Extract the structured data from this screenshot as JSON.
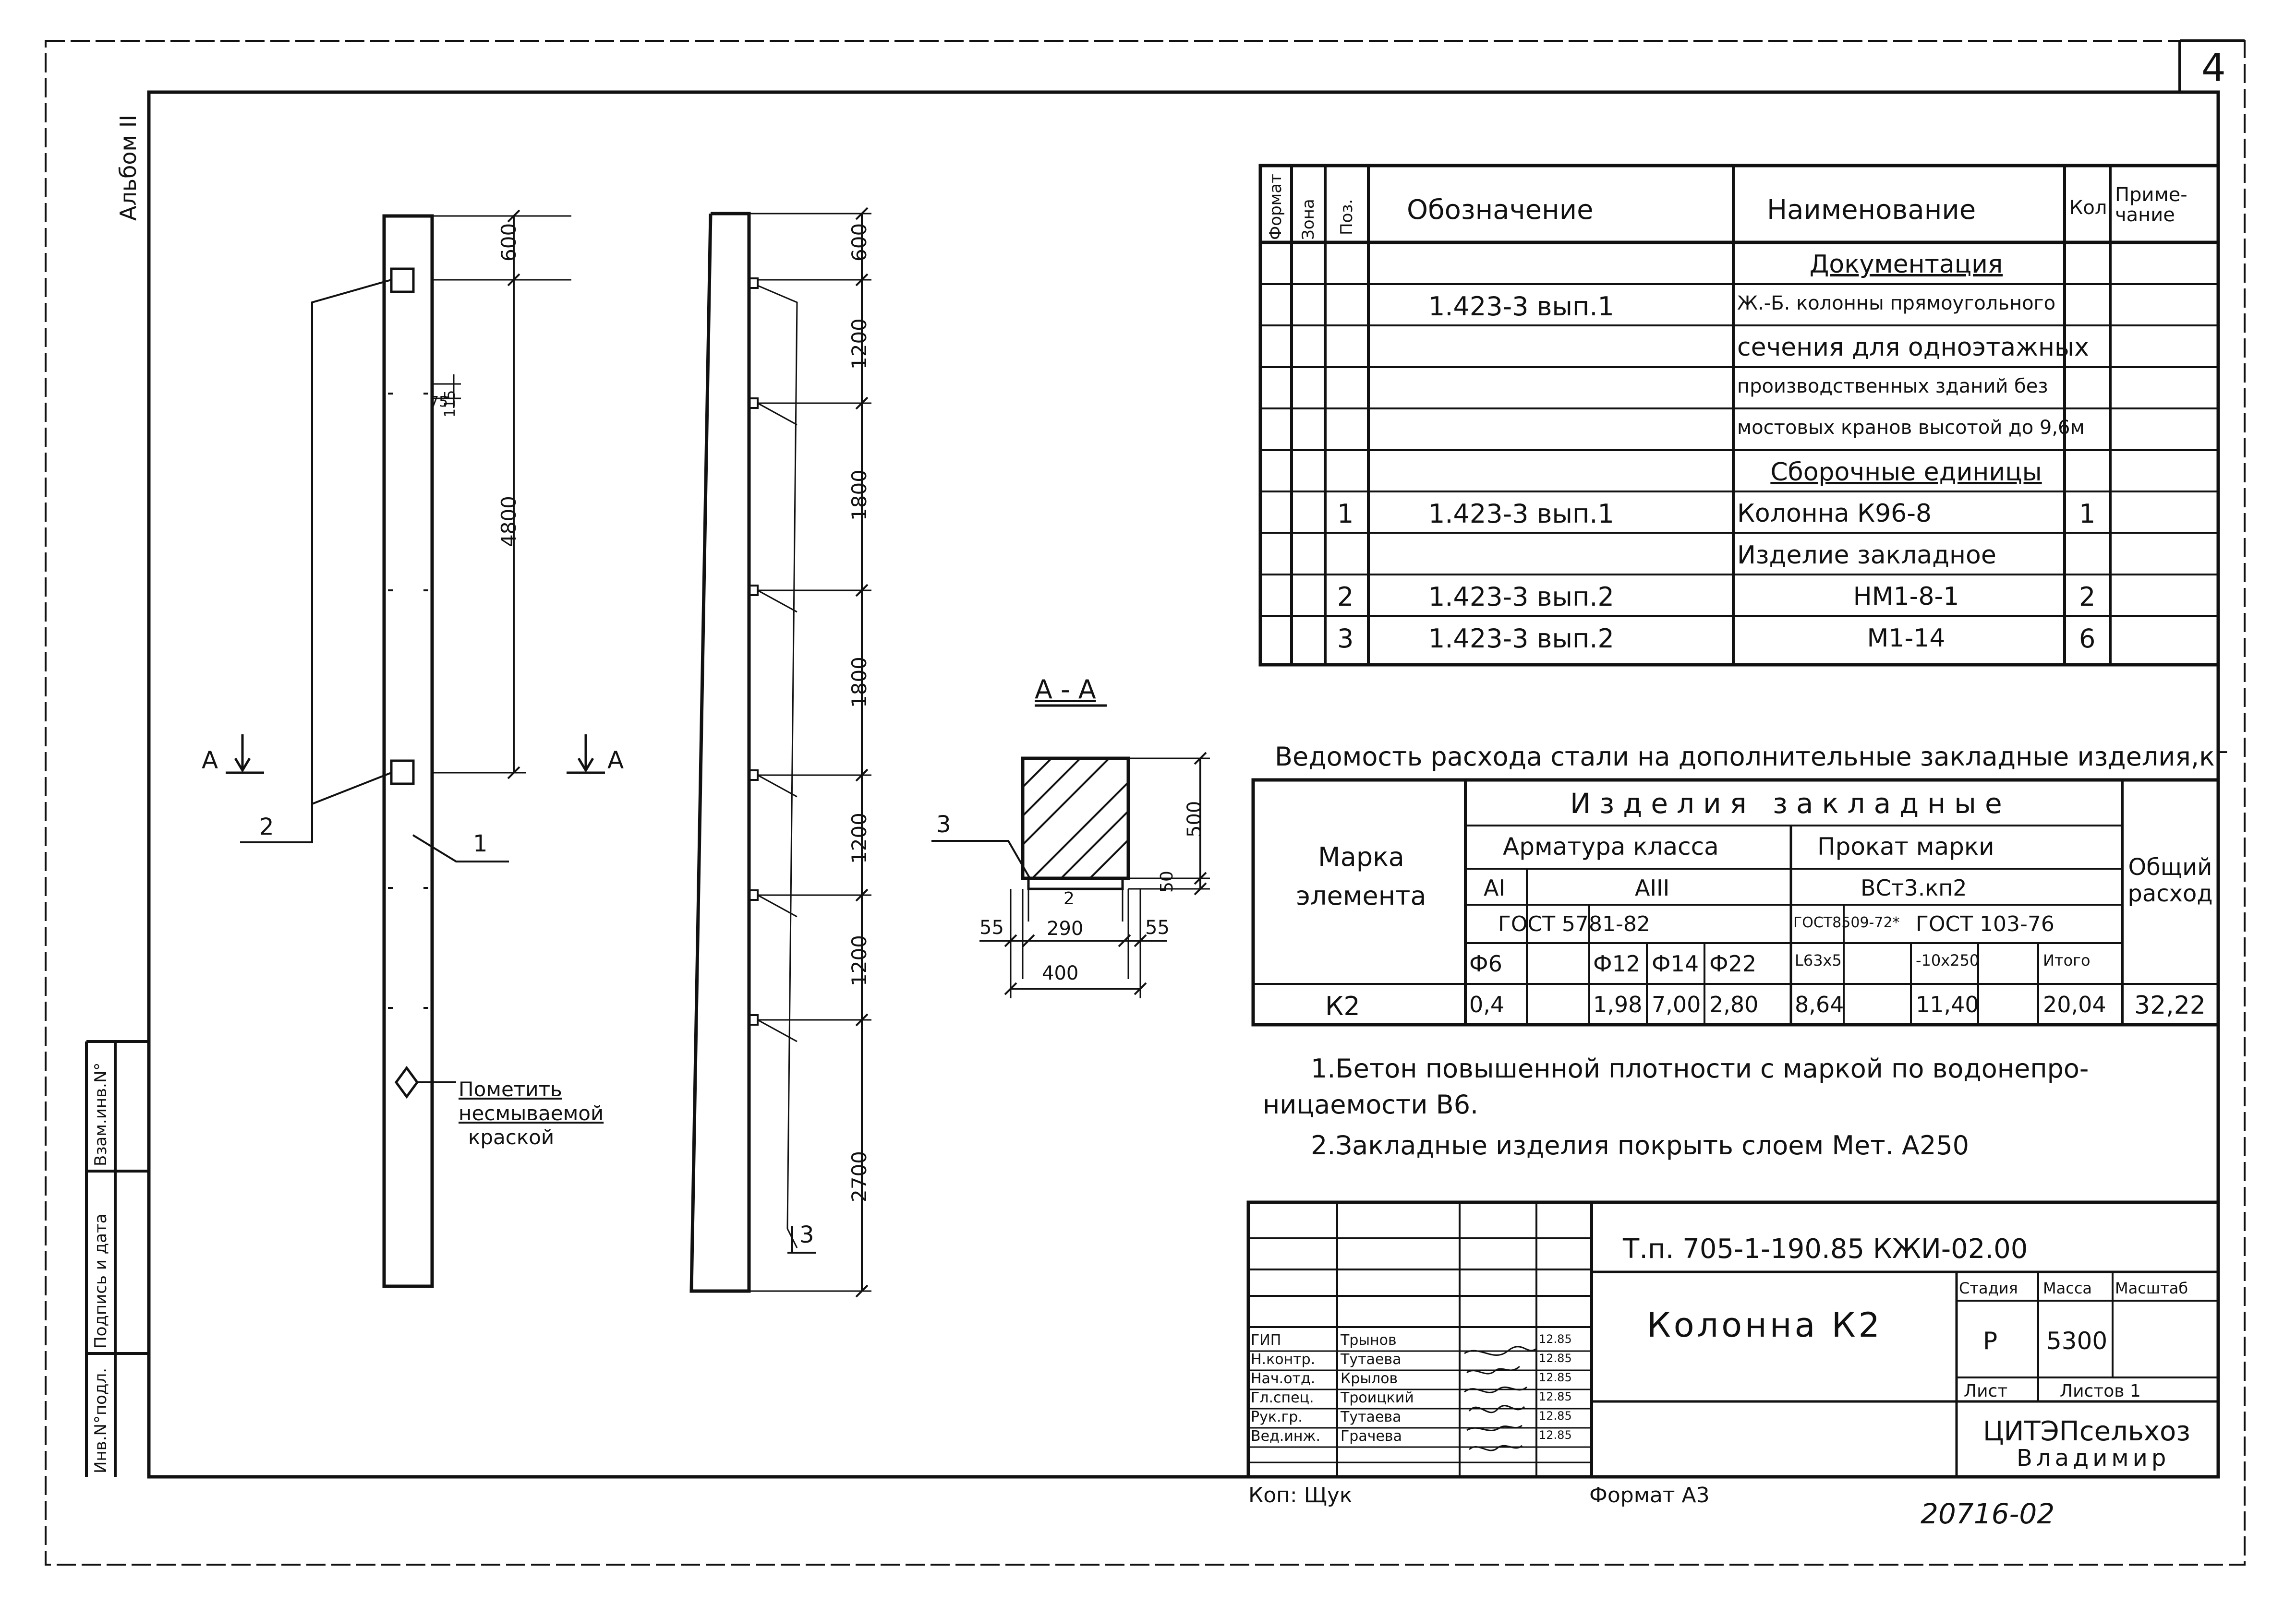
{
  "sheet_number": "4",
  "album_label": "Альбом II",
  "stamp_side": {
    "inv_no": "Инв.N°подл.",
    "sign_date": "Подпись и дата",
    "vzam": "Взам.инв.N°"
  },
  "views": {
    "front": {
      "dims": [
        "600",
        "75",
        "115",
        "4800"
      ],
      "section_mark": "А",
      "callouts": [
        "2",
        "1"
      ],
      "note_lines": [
        "Пометить",
        "несмываемой",
        "краской"
      ]
    },
    "side": {
      "dims": [
        "600",
        "1200",
        "1800",
        "1800",
        "1200",
        "1200",
        "2700"
      ],
      "callout": "3"
    },
    "section": {
      "title": "А - А",
      "callouts": [
        "3",
        "2"
      ],
      "dims": [
        "500",
        "50",
        "55",
        "290",
        "55",
        "400"
      ]
    }
  },
  "spec_table": {
    "headers": [
      "Формат",
      "Зона",
      "Поз.",
      "Обозначение",
      "Наименование",
      "Кол.",
      "Приме-чание"
    ],
    "rows": [
      {
        "pos": "",
        "designation": "",
        "name": "Документация",
        "qty": "",
        "name_underline": true,
        "name_center": true
      },
      {
        "pos": "",
        "designation": "1.423-3 вып.1",
        "name": "Ж.-Б. колонны прямоугольного",
        "qty": ""
      },
      {
        "pos": "",
        "designation": "",
        "name": "сечения для одноэтажных",
        "qty": ""
      },
      {
        "pos": "",
        "designation": "",
        "name": "производственных зданий без",
        "qty": ""
      },
      {
        "pos": "",
        "designation": "",
        "name": "мостовых кранов высотой до 9,6м",
        "qty": ""
      },
      {
        "pos": "",
        "designation": "",
        "name": "Сборочные единицы",
        "qty": "",
        "name_underline": true,
        "name_center": true
      },
      {
        "pos": "1",
        "designation": "1.423-3 вып.1",
        "name": "Колонна К96-8",
        "qty": "1"
      },
      {
        "pos": "",
        "designation": "",
        "name": "Изделие закладное",
        "qty": ""
      },
      {
        "pos": "2",
        "designation": "1.423-3 вып.2",
        "name": "НМ1-8-1",
        "qty": "2",
        "name_center": true
      },
      {
        "pos": "3",
        "designation": "1.423-3 вып.2",
        "name": "М1-14",
        "qty": "6",
        "name_center": true
      }
    ]
  },
  "steel_table": {
    "title": "Ведомость расхода стали на дополнительные закладные изделия,кг",
    "h_mark": "Марка элемента",
    "h_items": "Изделия закладные",
    "h_rebar": "Арматура класса",
    "h_rolled": "Прокат марки",
    "h_total": "Общий расход",
    "cls_a1": "AI",
    "cls_a3": "AIII",
    "grade": "ВСт3.кп2",
    "gost1": "ГОСТ 5781-82",
    "gost2": "ГОСТ8509-72*",
    "gost3": "ГОСТ 103-76",
    "sizes": [
      "Ф6",
      "",
      "Ф12",
      "Ф14",
      "Ф22",
      "L63x5",
      "",
      "-10x250",
      "",
      "Итого"
    ],
    "row_mark": "К2",
    "values": [
      "0,4",
      "",
      "1,98",
      "7,00",
      "2,80",
      "8,64",
      "",
      "11,40",
      "",
      "20,04"
    ],
    "total": "32,22"
  },
  "notes": [
    "1.Бетон повышенной плотности с маркой по водонепро-",
    "ницаемости В6.",
    "2.Закладные изделия покрыть слоем Мет. А250"
  ],
  "title_block": {
    "code": "Т.п. 705-1-190.85   КЖИ-02.00",
    "name": "Колонна К2",
    "stage_h": "Стадия",
    "mass_h": "Масса",
    "scale_h": "Масштаб",
    "stage": "Р",
    "mass": "5300",
    "sheet_h": "Лист",
    "sheets_h": "Листов 1",
    "org1": "ЦИТЭПсельхоз",
    "org2": "Владимир",
    "roles": [
      {
        "role": "ГИП",
        "name": "Трынов",
        "date": "12.85"
      },
      {
        "role": "Н.контр.",
        "name": "Тутаева",
        "date": "12.85"
      },
      {
        "role": "Нач.отд.",
        "name": "Крылов",
        "date": "12.85"
      },
      {
        "role": "Гл.спец.",
        "name": "Троицкий",
        "date": "12.85"
      },
      {
        "role": "Рук.гр.",
        "name": "Тутаева",
        "date": "12.85"
      },
      {
        "role": "Вед.инж.",
        "name": "Грачева",
        "date": "12.85"
      }
    ]
  },
  "footer": {
    "copied": "Коп: Щук",
    "format": "Формат А3",
    "number": "20716-02"
  }
}
